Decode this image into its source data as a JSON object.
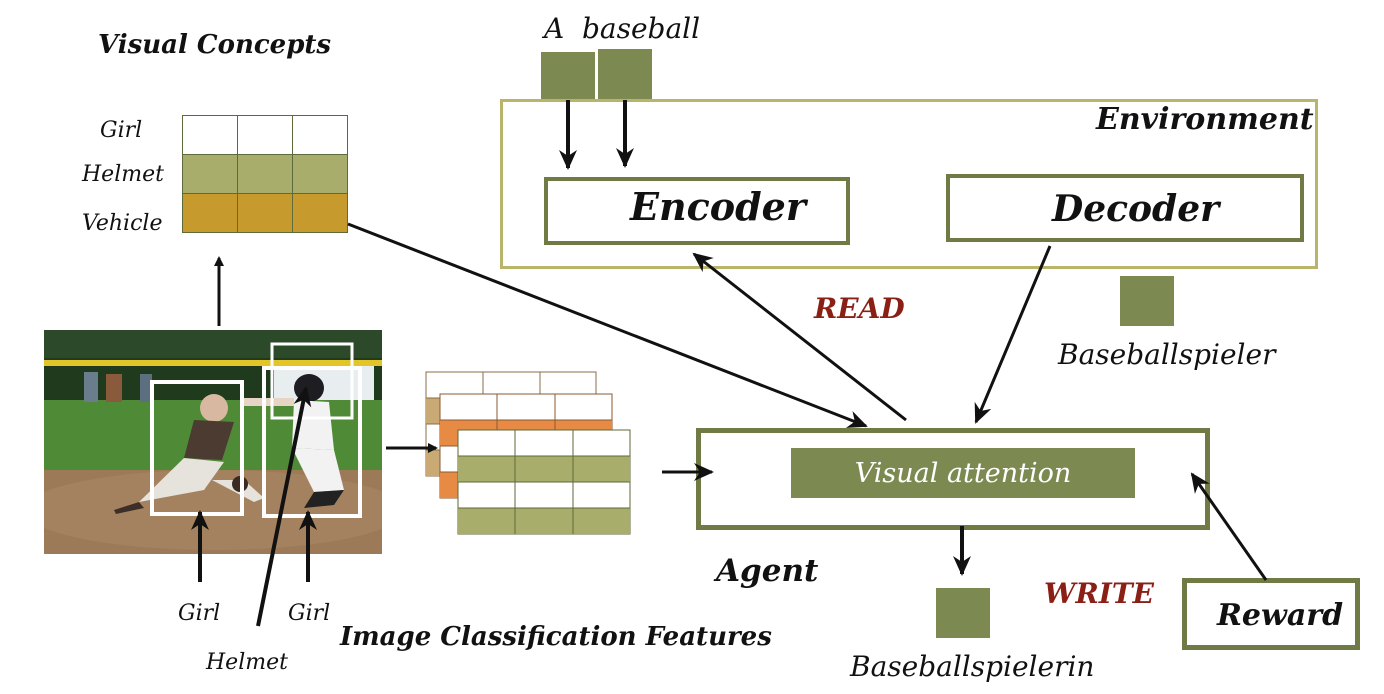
{
  "visual_concepts": {
    "title": "Visual Concepts",
    "rows": [
      {
        "label": "Girl",
        "color": "#ffffff"
      },
      {
        "label": "Helmet",
        "color": "#a8ad6c"
      },
      {
        "label": "Vehicle",
        "color": "#c79a2e"
      }
    ]
  },
  "source_tokens": {
    "word1": "A",
    "word2": "baseball"
  },
  "environment": {
    "label": "Environment",
    "encoder": "Encoder",
    "decoder": "Decoder"
  },
  "decoder_output": {
    "word": "Baseballspieler"
  },
  "edges": {
    "read": "READ",
    "write": "WRITE"
  },
  "agent": {
    "label": "Agent",
    "attention": "Visual attention"
  },
  "reward": {
    "label": "Reward"
  },
  "output": {
    "word": "Baseballspielerin"
  },
  "image_labels": {
    "girl_left": "Girl",
    "girl_right": "Girl",
    "helmet": "Helmet"
  },
  "features": {
    "label": "Image Classification Features"
  },
  "colors": {
    "token": "#7c8a52",
    "environment_border": "#b8b46a",
    "box_border": "#6f7a45",
    "helmet_cell": "#a8ad6c",
    "vehicle_cell": "#c79a2e",
    "feature_orange": "#e78a44",
    "feature_tan": "#c9aa74",
    "red_text": "#8a1f16"
  }
}
